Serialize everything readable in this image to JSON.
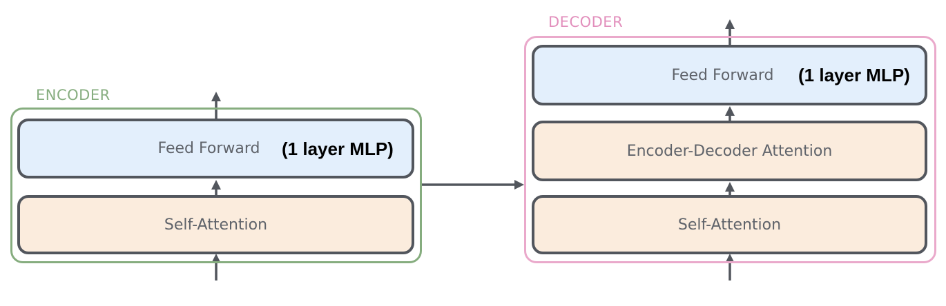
{
  "encoder": {
    "label": "ENCODER",
    "feed_forward": "Feed Forward",
    "feed_forward_note": "(1 layer MLP)",
    "self_attention": "Self-Attention"
  },
  "decoder": {
    "label": "DECODER",
    "feed_forward": "Feed Forward",
    "feed_forward_note": "(1 layer MLP)",
    "encoder_decoder_attention": "Encoder-Decoder Attention",
    "self_attention": "Self-Attention"
  },
  "colors": {
    "encoder_border": "#86ad7f",
    "decoder_border": "#eaa9cb",
    "feed_forward_fill": "#e3effc",
    "attention_fill": "#fbecdd",
    "layer_border": "#52565d",
    "arrow": "#52565d"
  }
}
